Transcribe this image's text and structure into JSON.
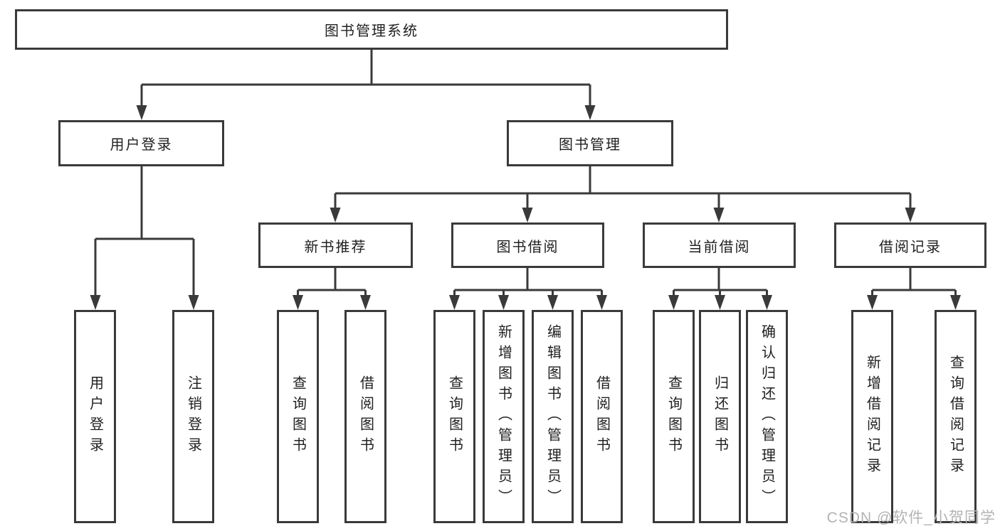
{
  "diagram": {
    "root": {
      "label": "图书管理系统"
    },
    "level2": {
      "user_login": {
        "label": "用户登录"
      },
      "book_management": {
        "label": "图书管理"
      }
    },
    "level3": {
      "new_book_recommend": {
        "label": "新书推荐"
      },
      "book_borrow": {
        "label": "图书借阅"
      },
      "current_borrow": {
        "label": "当前借阅"
      },
      "borrow_records": {
        "label": "借阅记录"
      }
    },
    "leaves": [
      {
        "label": "用户登录"
      },
      {
        "label": "注销登录"
      },
      {
        "label": "查询图书"
      },
      {
        "label": "借阅图书"
      },
      {
        "label": "查询图书"
      },
      {
        "label": "新增图书（管理员）"
      },
      {
        "label": "编辑图书（管理员）"
      },
      {
        "label": "借阅图书"
      },
      {
        "label": "查询图书"
      },
      {
        "label": "归还图书"
      },
      {
        "label": "确认归还（管理员）"
      },
      {
        "label": "新增借阅记录"
      },
      {
        "label": "查询借阅记录"
      }
    ]
  },
  "watermark": {
    "text": "CSDN @软件_小贺同学"
  },
  "colors": {
    "line": "#3a3a3a",
    "text": "#1f1f1f",
    "background": "#ffffff",
    "watermark": "#b5b2b5"
  }
}
